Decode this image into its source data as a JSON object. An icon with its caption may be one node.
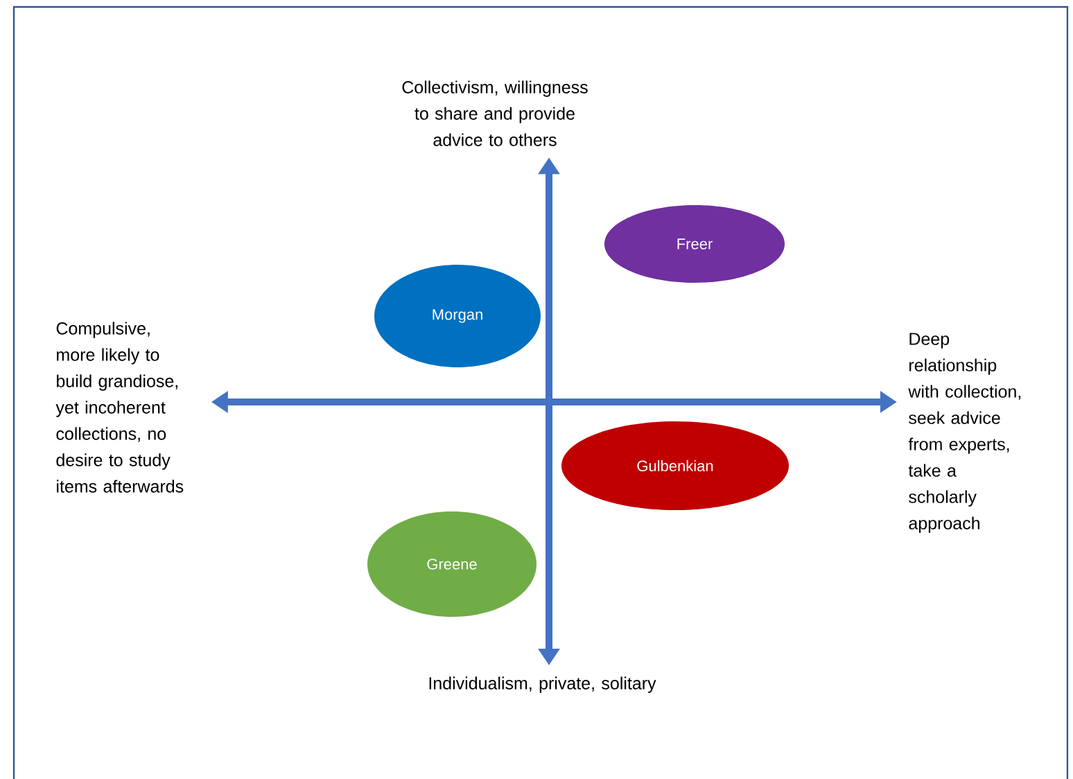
{
  "diagram": {
    "nodes": [
      {
        "text": [
          "Collectivism, willingness to share and provide advice to others"
        ]
      },
      {
        "text": [
          "Freer"
        ]
      },
      {
        "text": [
          "Morgan"
        ]
      },
      {
        "text": [
          "Compulsive, more likely to build grandiose, yet incoherent collections, no desire to study items afterwards"
        ]
      },
      {
        "text": [
          "Deep relationship with collection, seek advice from experts, take a scholarly approach"
        ]
      },
      {
        "text": [
          "Gulbenkian"
        ]
      },
      {
        "text": [
          "Greene"
        ]
      },
      {
        "text": [
          "Individualism, private, solitary"
        ]
      }
    ],
    "edges": [
      {
        "from": 0,
        "to": 7,
        "arrow": "both"
      },
      {
        "from": 3,
        "to": 4,
        "arrow": "both"
      }
    ]
  }
}
